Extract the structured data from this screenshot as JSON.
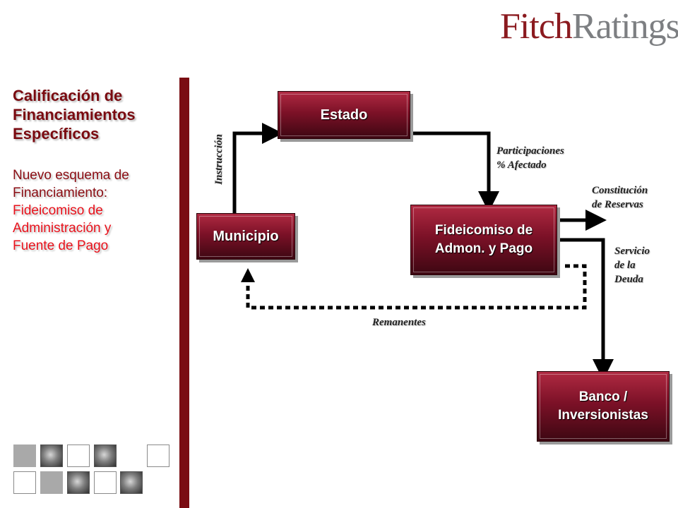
{
  "logo": {
    "part1": "Fitch",
    "part2": "Ratings"
  },
  "sidebar": {
    "title_lines": [
      "Calificación de",
      "Financiamientos",
      "Específicos"
    ],
    "subtitle_lines": [
      "Nuevo esquema de",
      "Financiamiento:"
    ],
    "highlight_lines": [
      "Fideicomiso de",
      "Administración y",
      "Fuente de Pago"
    ]
  },
  "diagram": {
    "nodes": {
      "estado": "Estado",
      "municipio": "Municipio",
      "fideicomiso": [
        "Fideicomiso de",
        "Admon. y Pago"
      ],
      "banco": [
        "Banco /",
        "Inversionistas"
      ]
    },
    "labels": {
      "instruccion": "Instrucción",
      "participaciones": [
        "Participaciones",
        "% Afectado"
      ],
      "constitucion": [
        "Constitución",
        "de Reservas"
      ],
      "servicio": [
        "Servicio",
        "de la",
        "Deuda"
      ],
      "remanentes": "Remanentes"
    }
  },
  "colors": {
    "brand_red": "#8b1a1f",
    "box_gradient_top": "#b02a42",
    "box_gradient_bottom": "#3d0712",
    "highlight_text": "#e8111b",
    "sidebar_bar": "#7a0c12"
  },
  "footer_thumbnails": [
    "gray-tile",
    "photo-tile",
    "empty-tile",
    "photo-tile",
    "empty-tile",
    "empty-tile",
    "gray-tile",
    "photo-tile",
    "empty-tile",
    "photo-tile"
  ]
}
